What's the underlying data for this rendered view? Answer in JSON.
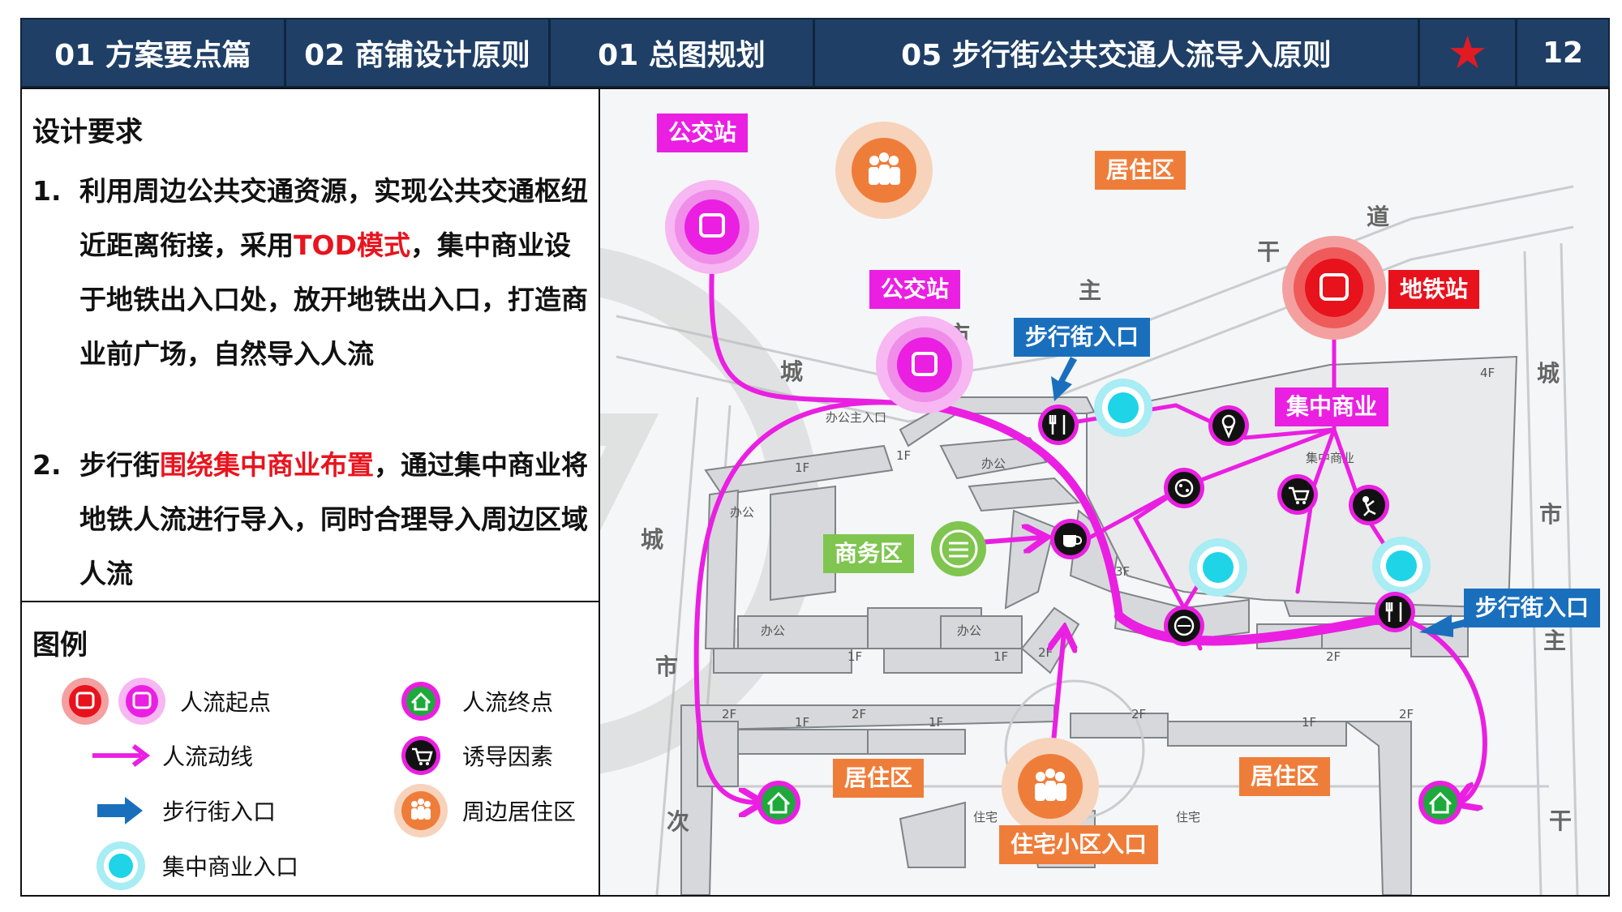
{
  "header": {
    "cells": [
      "01 方案要点篇",
      "02 商铺设计原则",
      "01 总图规划",
      "05 步行街公共交通人流导入原则"
    ],
    "page_number": "12"
  },
  "requirements": {
    "title": "设计要求",
    "item1": {
      "num": "1.",
      "text_a": "利用周边公共交通资源，实现公共交通枢纽近距离衔接，采用",
      "highlight": "TOD模式",
      "text_b": "，集中商业设于地铁出入口处，放开地铁出入口，打造商业前广场，自然导入人流"
    },
    "item2": {
      "num": "2.",
      "text_a": "步行街",
      "highlight": "围绕集中商业布置",
      "text_b": "，通过集中商业将地铁人流进行导入，同时合理导入周边区域人流"
    }
  },
  "legend": {
    "title": "图例",
    "items": {
      "origin": "人流起点",
      "terminal": "人流终点",
      "flow": "人流动线",
      "attractor": "诱导因素",
      "street_entry": "步行街入口",
      "residential": "周边居住区",
      "mall_entry": "集中商业入口"
    }
  },
  "map_labels": {
    "bus_station_1": "公交站",
    "bus_station_2": "公交站",
    "residential_top": "居住区",
    "metro": "地铁站",
    "street_entry_top": "步行街入口",
    "mall": "集中商业",
    "business": "商务区",
    "street_entry_right": "步行街入口",
    "residential_left": "居住区",
    "residential_right": "居住区",
    "community_entry": "住宅小区入口"
  },
  "road_names": {
    "left": [
      "城",
      "市",
      "次"
    ],
    "top": [
      "城",
      "市"
    ],
    "main": [
      "主",
      "干",
      "道"
    ],
    "right": [
      "城",
      "市",
      "主",
      "干"
    ]
  },
  "plan_labels": {
    "office_entry": "办公主入口",
    "mall_plan": "集中商业",
    "office": "办公",
    "housing": "住宅",
    "f1": "1F",
    "f2": "2F",
    "f3": "3F",
    "f4": "4F"
  },
  "colors": {
    "header_bg": "#1f3f66",
    "flow": "#ea1fe2",
    "metro": "#e8121c",
    "residential": "#ef7d3a",
    "street_entry": "#1a6fbd",
    "business": "#7fc550",
    "terminal": "#1daa3a",
    "mall_entry": "#1ed4e6"
  }
}
